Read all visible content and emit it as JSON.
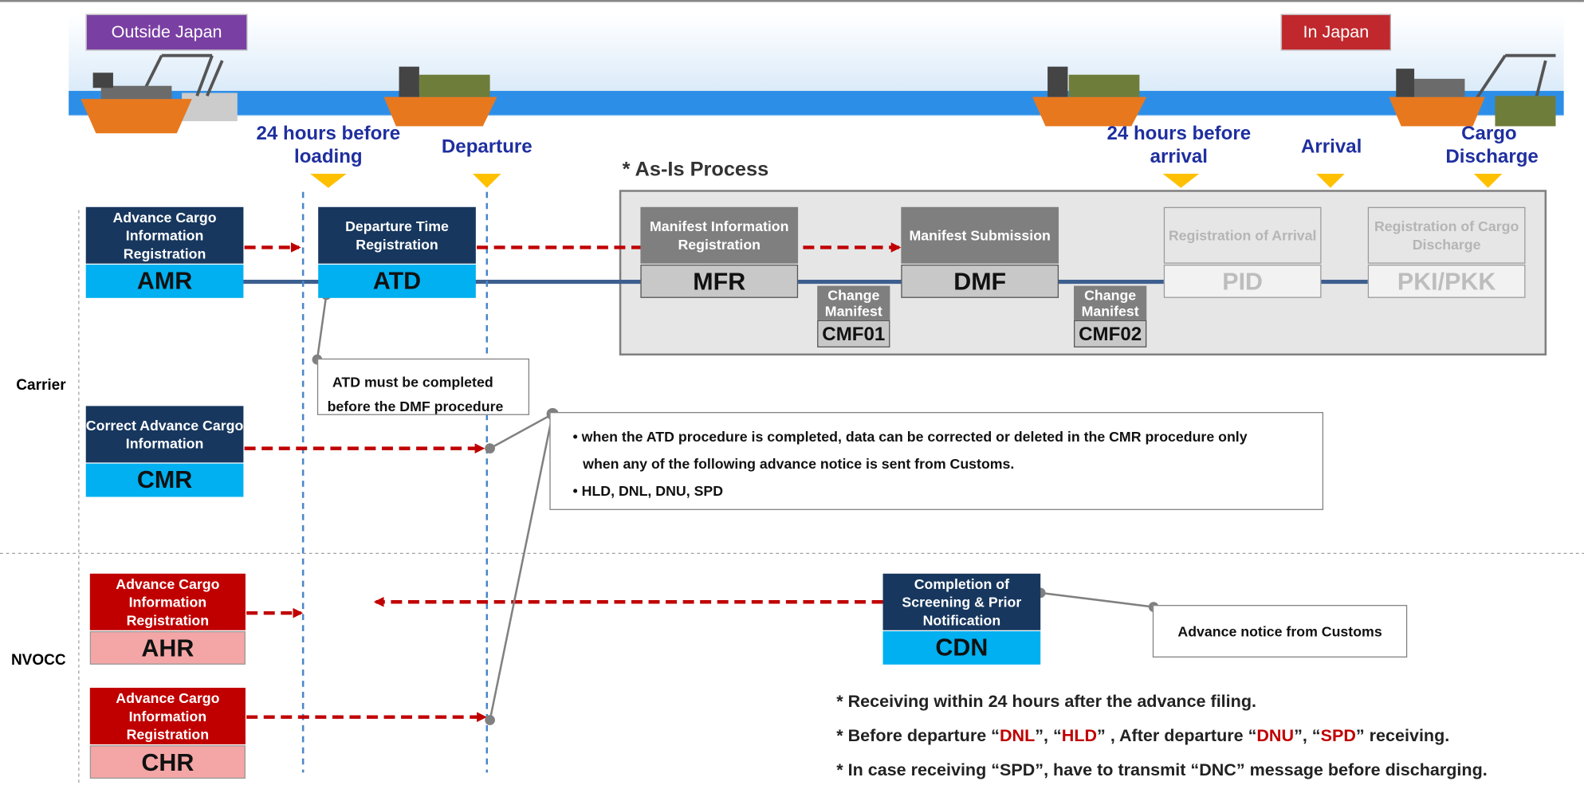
{
  "badges": {
    "outside": "Outside Japan",
    "inside": "In Japan"
  },
  "timeline": {
    "before_loading": "24 hours before loading",
    "departure": "Departure",
    "before_arrival": "24 hours before arrival",
    "arrival": "Arrival",
    "discharge": "Cargo Discharge"
  },
  "asis_title": "* As-Is Process",
  "lanes": {
    "carrier": "Carrier",
    "nvocc": "NVOCC"
  },
  "boxes": {
    "amr": {
      "title": "Advance Cargo Information Registration",
      "code": "AMR"
    },
    "atd": {
      "title": "Departure Time Registration",
      "code": "ATD"
    },
    "mfr": {
      "title": "Manifest Information Registration",
      "code": "MFR"
    },
    "dmf": {
      "title": "Manifest Submission",
      "code": "DMF"
    },
    "pid": {
      "title": "Registration of Arrival",
      "code": "PID"
    },
    "pkk": {
      "title": "Registration of Cargo Discharge",
      "code": "PKI/PKK"
    },
    "cmr": {
      "title": "Correct Advance Cargo Information",
      "code": "CMR"
    },
    "ahr": {
      "title": "Advance Cargo Information Registration",
      "code": "AHR"
    },
    "chr": {
      "title": "Advance Cargo Information Registration",
      "code": "CHR"
    },
    "cdn": {
      "title": "Completion of Screening & Prior Notification",
      "code": "CDN"
    }
  },
  "change_manifest": {
    "label": "Change Manifest",
    "cmf01": "CMF01",
    "cmf02": "CMF02"
  },
  "notes": {
    "atd_line1": "ATD must be completed",
    "atd_line2": "before the DMF procedure",
    "cmr_line1": "• when the ATD procedure is completed, data can be corrected or deleted in the CMR procedure only",
    "cmr_line2": "when any of the following advance notice is sent from Customs.",
    "cmr_line3": "• HLD, DNL, DNU, SPD",
    "customs": "Advance notice from Customs"
  },
  "footnotes": {
    "f1": "* Receiving within 24 hours after the advance filing.",
    "f2_a": "* Before departure “",
    "f2_dnl": "DNL",
    "f2_b": "”, “",
    "f2_hld": "HLD",
    "f2_c": "” , After departure “",
    "f2_dnu": "DNU",
    "f2_d": "”, “",
    "f2_spd": "SPD",
    "f2_e": "” receiving.",
    "f3": "* In case receiving “SPD”, have to transmit “DNC” message before discharging."
  },
  "colors": {
    "navy": "#17375e",
    "cyan": "#00b0f0",
    "grey": "#7f7f7f",
    "light_grey": "#c8c8c8",
    "red": "#c00000",
    "pink": "#f4a6a6",
    "sea": "#2d8ee8",
    "timeline_text": "#1f2f9f"
  }
}
